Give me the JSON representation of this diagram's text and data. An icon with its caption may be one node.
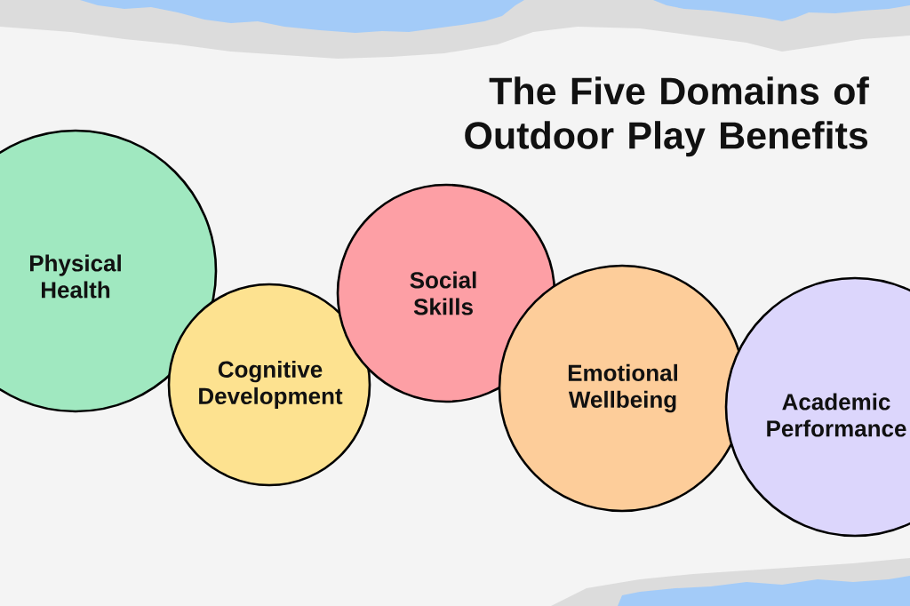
{
  "diagram": {
    "title": "The Five Domains of Outdoor Play Benefits",
    "nodes": [
      {
        "text": [
          "Physical Health"
        ]
      },
      {
        "text": [
          "Cognitive Development"
        ]
      },
      {
        "text": [
          "Social Skills"
        ]
      },
      {
        "text": [
          "Emotional Wellbeing"
        ]
      },
      {
        "text": [
          "Academic Performance"
        ]
      }
    ]
  }
}
